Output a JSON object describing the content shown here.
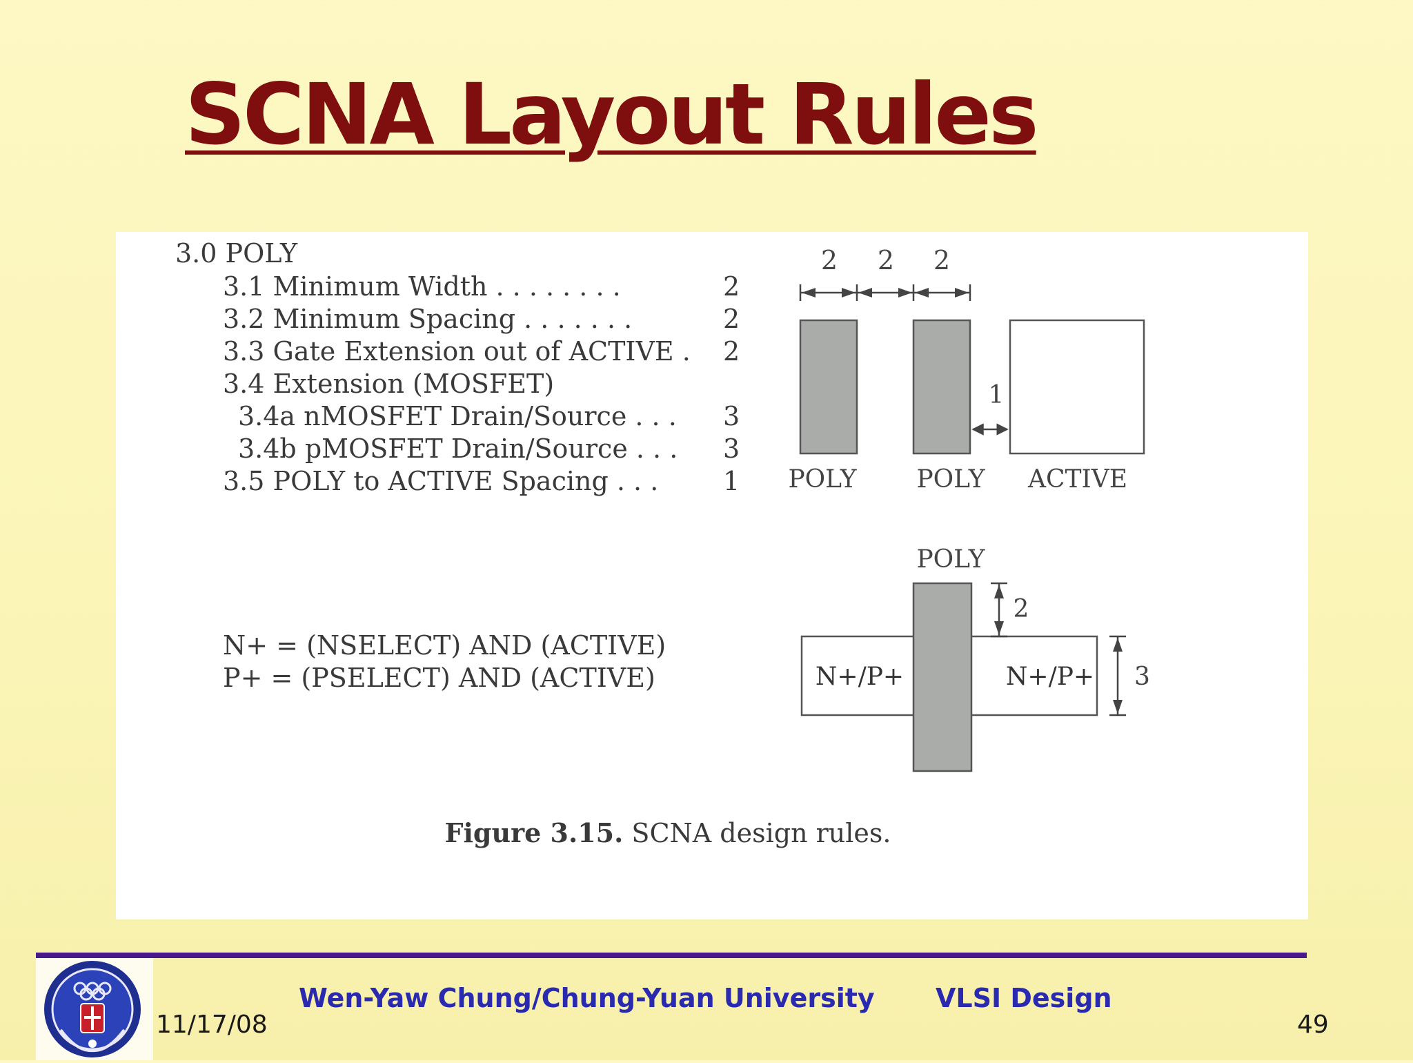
{
  "title": "SCNA Layout Rules",
  "rules": {
    "heading": "3.0 POLY",
    "items": [
      {
        "label": "3.1  Minimum Width  .  .  .  .  .  .  .  .",
        "value": "2"
      },
      {
        "label": "3.2  Minimum Spacing  .  .  .  .  .  .  .",
        "value": "2"
      },
      {
        "label": "3.3  Gate Extension out of ACTIVE  .",
        "value": "2"
      },
      {
        "label": "3.4  Extension (MOSFET)",
        "value": ""
      },
      {
        "label": "3.4a  nMOSFET Drain/Source .  .  .",
        "value": "3"
      },
      {
        "label": "3.4b  pMOSFET Drain/Source .  .  .",
        "value": "3"
      },
      {
        "label": "3.5  POLY to ACTIVE Spacing .  .  .",
        "value": "1"
      }
    ]
  },
  "definitions": {
    "nplus": "N+ = (NSELECT) AND (ACTIVE)",
    "pplus": "P+  = (PSELECT) AND (ACTIVE)"
  },
  "diagram_top": {
    "dim_1": "2",
    "dim_2": "2",
    "dim_3": "2",
    "spacing_value": "1",
    "poly_label_1": "POLY",
    "poly_label_2": "POLY",
    "active_label": "ACTIVE"
  },
  "diagram_bottom": {
    "poly_label": "POLY",
    "extension_value": "2",
    "height_value": "3",
    "region_left": "N+/P+",
    "region_right": "N+/P+"
  },
  "caption": {
    "bold": "Figure 3.15.",
    "text": " SCNA design rules."
  },
  "footer": {
    "date": "11/17/08",
    "author": "Wen-Yaw Chung/Chung-Yuan University",
    "course": "VLSI Design",
    "page": "49"
  },
  "colors": {
    "title": "#7f0f0f",
    "footer_text": "#2a2ab0",
    "rule": "#4a1a8a",
    "poly_fill": "#a9aca8"
  }
}
